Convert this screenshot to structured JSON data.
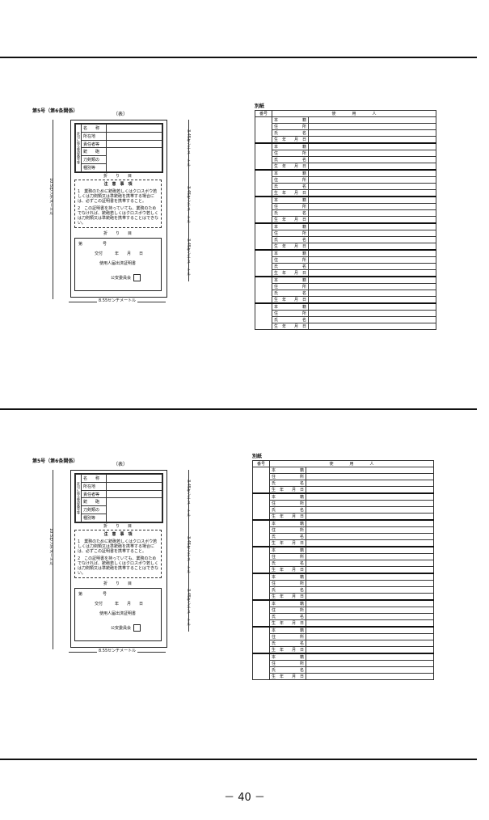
{
  "form": {
    "title": "第5号（第6条関係）",
    "side_label": "（表）",
    "left_vertical_caption": "許可に係る登録番号等",
    "left_rows": [
      "名　　称",
      "所在地",
      "責任者等",
      "銃　　砲",
      "刀剣類の",
      "種別等"
    ],
    "fold_label": "折　　り　　目",
    "notes_title": "注　意　事　項",
    "note_1": "1　業務のために銃砲若しくはクロスボウ若しくは刀剣類又は準銃砲を携帯する場合には、必ずこの証明書を携帯すること。",
    "note_2": "2　この証明書を持っていても、業務のためでなければ、銃砲若しくはクロスボウ若しくは刀剣類又は準銃砲を携帯することはできない。",
    "cert_no": "第　　　　　号",
    "issued": "交付　　　年　　月　　日",
    "cert_title": "使用人届出済証明書",
    "commission": "公安委員会",
    "dim_height": "10.5センチメートル",
    "dim_width": "8.55センチメートル",
    "dim_section": "3.45センチメートル"
  },
  "sheet": {
    "title": "別紙",
    "col_number": "番号",
    "col_employee": "使　　　　用　　　　人",
    "fields": [
      {
        "a": "本",
        "b": "籍"
      },
      {
        "a": "住",
        "b": "所"
      },
      {
        "a": "氏",
        "b": "名"
      },
      {
        "a": "生　年",
        "b": "月　日"
      }
    ]
  },
  "page_number": "－ 40 －"
}
